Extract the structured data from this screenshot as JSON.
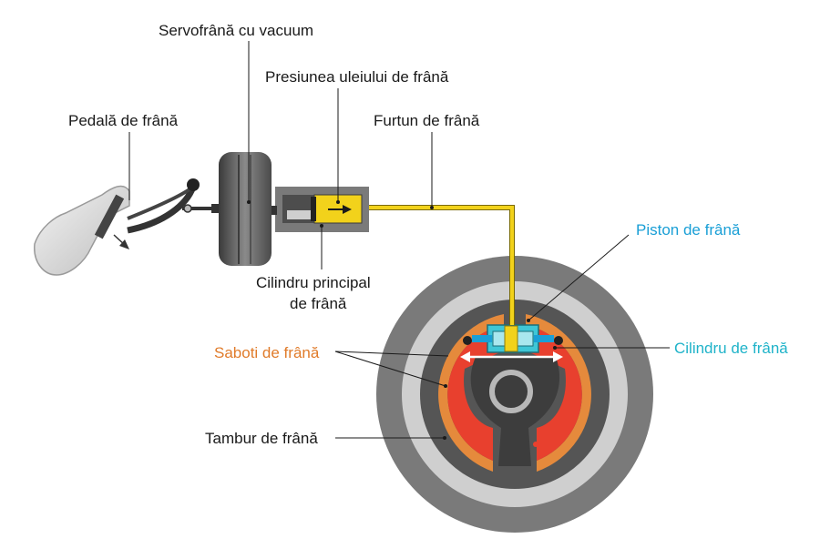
{
  "labels": {
    "vacuum_booster": "Servofrână cu vacuum",
    "fluid_pressure": "Presiunea uleiului de frână",
    "brake_pedal": "Pedală de frână",
    "brake_hose": "Furtun de frână",
    "master_cylinder_line1": "Cilindru principal",
    "master_cylinder_line2": "de frână",
    "brake_piston": "Piston de frână",
    "wheel_cylinder": "Cilindru de frână",
    "brake_shoes": "Saboti de frână",
    "brake_drum": "Tambur de frână"
  },
  "colors": {
    "hydraulic_line": "#f2d21b",
    "brake_shoe": "#e8402e",
    "shoe_lining": "#e58a3c",
    "drum_outer": "#7a7a7a",
    "drum_inner": "#cfcfcf",
    "backing_plate": "#555555",
    "wheel_cylinder": "#3fc6d6",
    "piston_label": "#1a9fd6",
    "cylinder_label": "#1fb3c9",
    "shoes_label": "#e07b2a"
  },
  "icons": [
    "shoe-icon",
    "direction-arrow-icon"
  ]
}
